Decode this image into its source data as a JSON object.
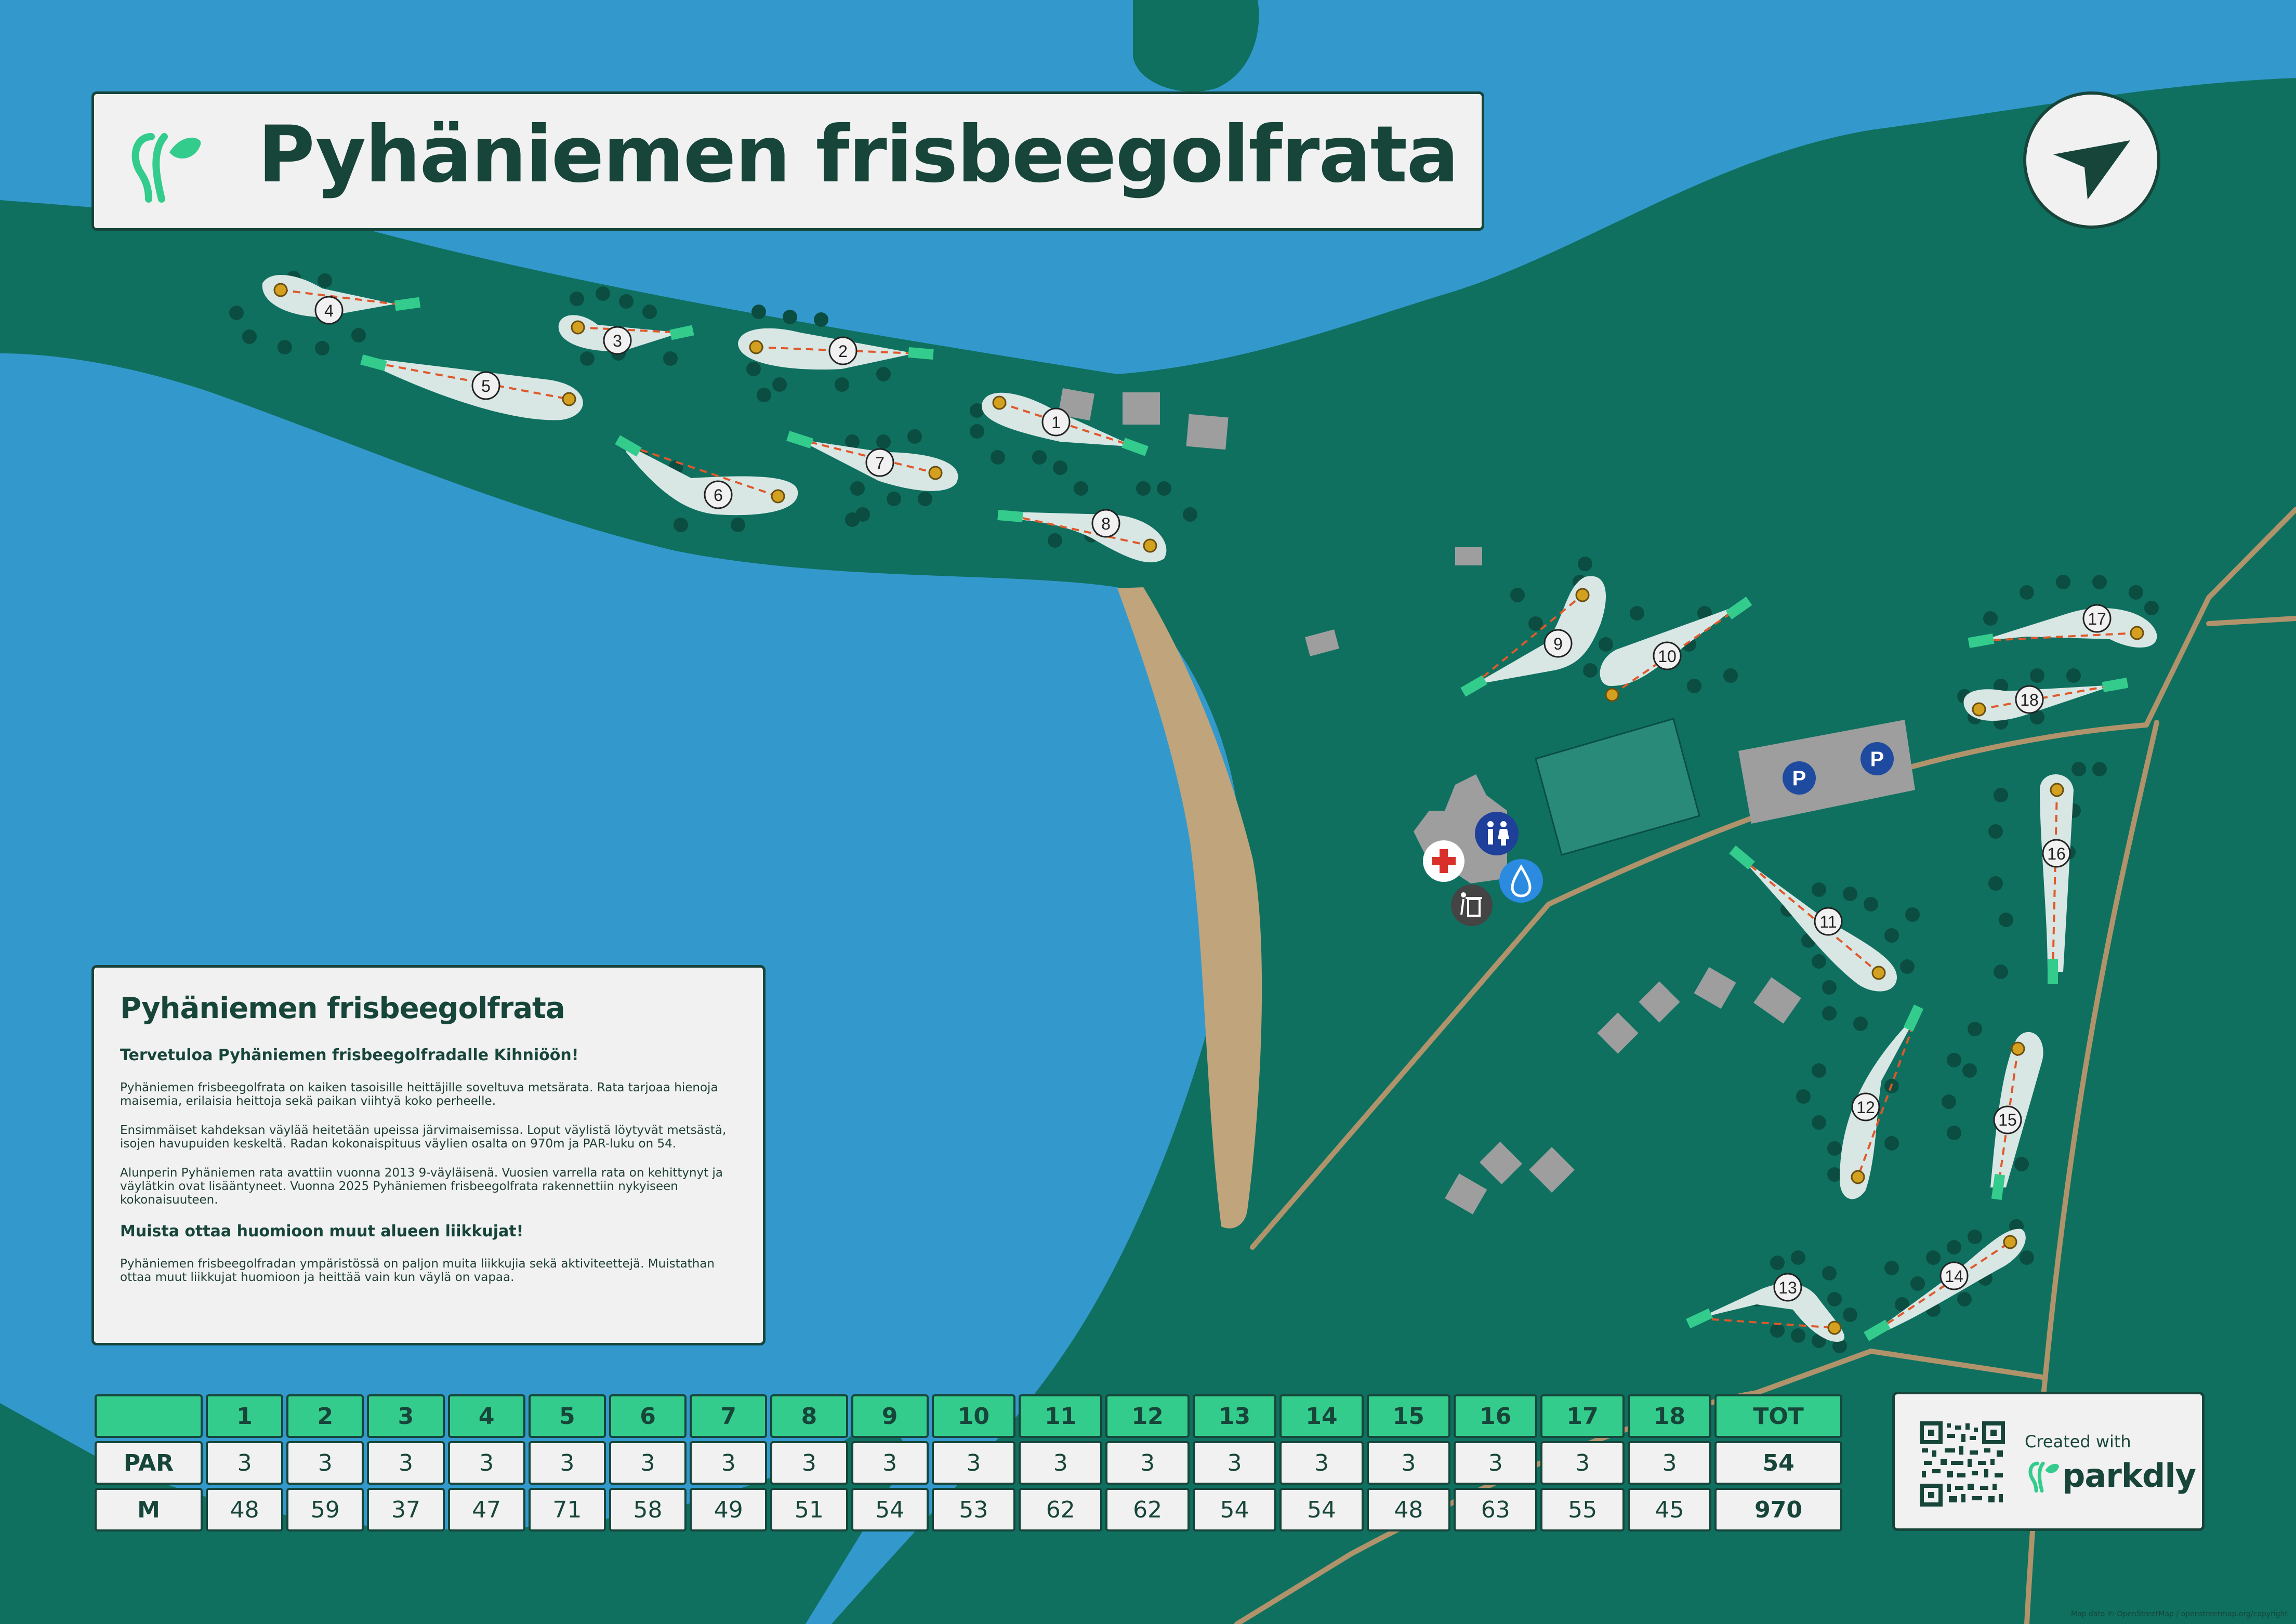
{
  "title": "Pyhäniemen frisbeegolfrata",
  "info": {
    "heading": "Pyhäniemen frisbeegolfrata",
    "welcome": "Tervetuloa Pyhäniemen frisbeegolfradalle Kihniöön!",
    "p1": "Pyhäniemen frisbeegolfrata on kaiken tasoisille heittäjille soveltuva metsärata. Rata tarjoaa hienoja maisemia, erilaisia heittoja sekä paikan viihtyä koko perheelle.",
    "p2": "Ensimmäiset kahdeksan väylää heitetään upeissa järvimaisemissa. Loput väylistä löytyvät metsästä, isojen havupuiden keskeltä. Radan kokonaispituus väylien osalta on 970m ja PAR-luku on 54.",
    "p3": "Alunperin Pyhäniemen rata avattiin vuonna 2013 9-väyläisenä. Vuosien varrella rata on kehittynyt ja väylätkin ovat lisääntyneet. Vuonna 2025 Pyhäniemen frisbeegolfrata rakennettiin nykyiseen kokonaisuuteen.",
    "heading2": "Muista ottaa huomioon muut alueen liikkujat!",
    "p4": "Pyhäniemen frisbeegolfradan ympäristössä on paljon muita liikkujia sekä aktiviteettejä. Muistathan ottaa muut liikkujat huomioon ja heittää vain kun väylä on vapaa."
  },
  "scorecard": {
    "holes": [
      "1",
      "2",
      "3",
      "4",
      "5",
      "6",
      "7",
      "8",
      "9",
      "10",
      "11",
      "12",
      "13",
      "14",
      "15",
      "16",
      "17",
      "18"
    ],
    "total_label": "TOT",
    "par_label": "PAR",
    "par": [
      "3",
      "3",
      "3",
      "3",
      "3",
      "3",
      "3",
      "3",
      "3",
      "3",
      "3",
      "3",
      "3",
      "3",
      "3",
      "3",
      "3",
      "3"
    ],
    "par_total": "54",
    "length_label": "M",
    "lengths": [
      "48",
      "59",
      "37",
      "47",
      "71",
      "58",
      "49",
      "51",
      "54",
      "53",
      "62",
      "62",
      "54",
      "54",
      "48",
      "63",
      "55",
      "45"
    ],
    "length_total": "970"
  },
  "credit": {
    "created_with": "Created with",
    "brand": "parkdly"
  },
  "attribution": "Map data © OpenStreetMap / openstreetmap.org/copyright",
  "icons": [
    "parkdly-logo-icon",
    "north-arrow-icon",
    "parking-icon",
    "toilet-icon",
    "first-aid-icon",
    "water-icon",
    "trash-icon",
    "basket-icon",
    "tee-icon"
  ],
  "colors": {
    "water": "#3399cc",
    "land": "#0f7060",
    "fairway": "#d8e6e4",
    "tee": "#33cc8c",
    "path": "#b0936b",
    "beach": "#c0a47c",
    "building": "#9e9e9e",
    "text": "#17453a"
  }
}
